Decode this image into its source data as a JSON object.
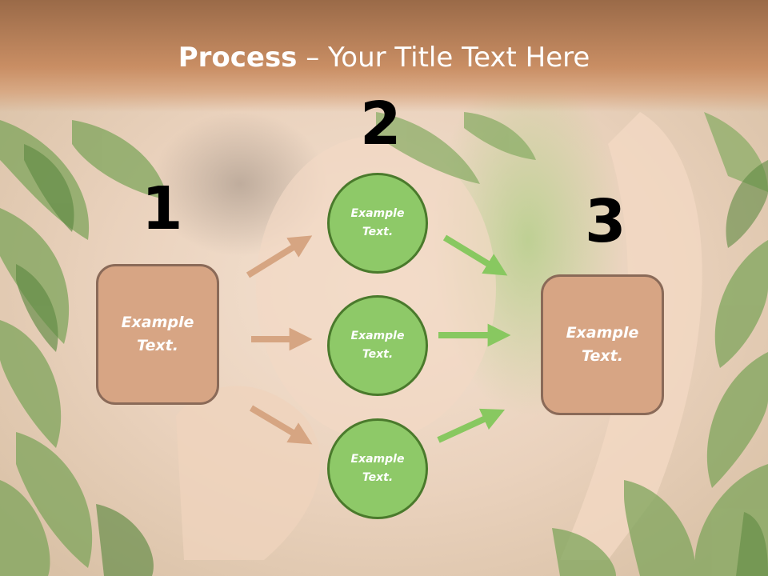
{
  "title": {
    "bold": "Process",
    "rest": " – Your Title Text Here"
  },
  "steps": {
    "one": "1",
    "two": "2",
    "three": "3"
  },
  "nodes": {
    "left_box": "Example Text.",
    "circle_top": "Example Text.",
    "circle_middle": "Example Text.",
    "circle_bottom": "Example Text.",
    "right_box": "Example Text."
  },
  "colors": {
    "title_bar": "#c98e64",
    "box_fill": "#d7a584",
    "box_border": "#8a6a58",
    "circle_fill": "#8ec968",
    "circle_border": "#4a7a2c",
    "arrow_tan": "#d6a582",
    "arrow_green": "#88c860"
  }
}
